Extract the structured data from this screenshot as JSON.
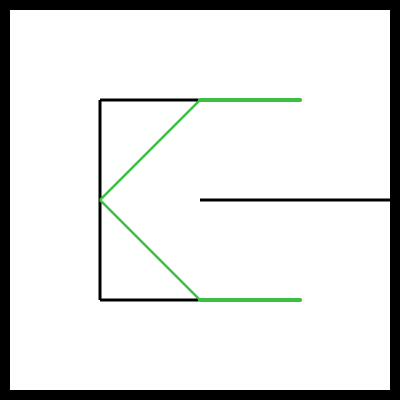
{
  "canvas": {
    "background_color": "#ffffff",
    "border_color": "#000000"
  },
  "diagram": {
    "line_colors": {
      "frame": "#000000",
      "path": "#3cc043",
      "track": "#000000"
    },
    "segments": [
      {
        "name": "left-vertical-line",
        "role": "frame"
      },
      {
        "name": "top-horizontal-line",
        "role": "frame"
      },
      {
        "name": "bottom-horizontal-line",
        "role": "frame"
      },
      {
        "name": "center-horizontal-line",
        "role": "track"
      },
      {
        "name": "upper-diagonal-line",
        "role": "path"
      },
      {
        "name": "lower-diagonal-line",
        "role": "path"
      },
      {
        "name": "top-green-line",
        "role": "path"
      },
      {
        "name": "bottom-green-line",
        "role": "path"
      }
    ]
  }
}
